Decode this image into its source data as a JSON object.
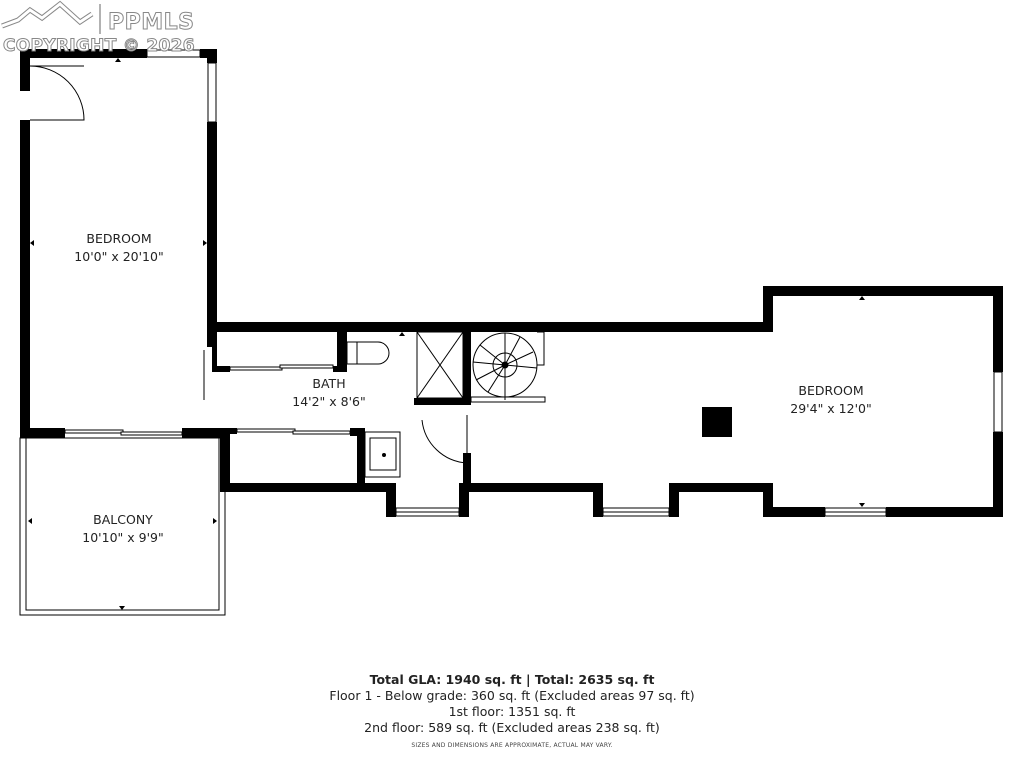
{
  "watermark": {
    "brand": "PPMLS",
    "copyright": "COPYRIGHT © 2026",
    "logo_icon": "mountain-peaks-icon"
  },
  "rooms": [
    {
      "name": "BEDROOM",
      "dimensions": "10'0\" x 20'10\""
    },
    {
      "name": "BATH",
      "dimensions": "14'2\" x 8'6\""
    },
    {
      "name": "BEDROOM",
      "dimensions": "29'4\" x 12'0\""
    },
    {
      "name": "BALCONY",
      "dimensions": "10'10\" x 9'9\""
    }
  ],
  "summary": {
    "total": "Total GLA: 1940 sq. ft | Total: 2635 sq. ft",
    "floors": [
      "Floor 1 - Below grade: 360 sq. ft (Excluded areas 97 sq. ft)",
      "1st floor: 1351 sq. ft",
      "2nd floor: 589 sq. ft (Excluded areas 238 sq. ft)"
    ],
    "disclaimer": "SIZES AND DIMENSIONS ARE APPROXIMATE, ACTUAL MAY VARY."
  },
  "colors": {
    "wall": "#000000",
    "background": "#ffffff",
    "text": "#222222"
  }
}
